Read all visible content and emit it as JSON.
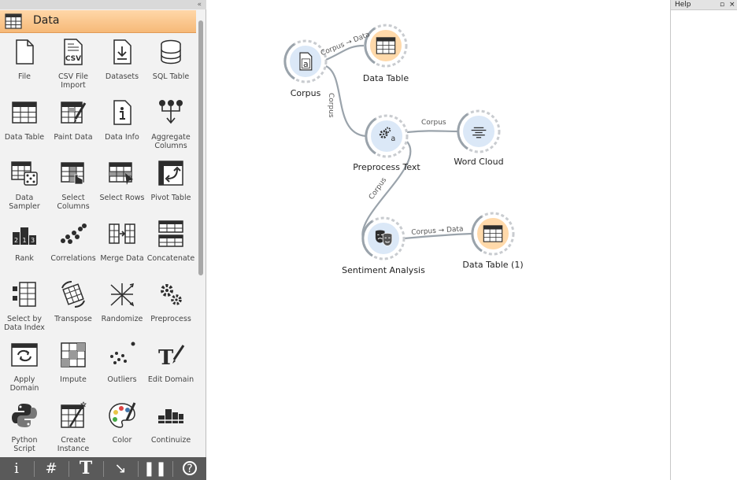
{
  "toolbox": {
    "category": "Data",
    "collapse_glyph": "«",
    "widgets": [
      {
        "label": "File",
        "icon": "file-icon"
      },
      {
        "label": "CSV File\nImport",
        "icon": "csv-file-icon"
      },
      {
        "label": "Datasets",
        "icon": "datasets-icon"
      },
      {
        "label": "SQL Table",
        "icon": "sql-table-icon"
      },
      {
        "label": "Data Table",
        "icon": "data-table-icon"
      },
      {
        "label": "Paint Data",
        "icon": "paint-data-icon"
      },
      {
        "label": "Data Info",
        "icon": "data-info-icon"
      },
      {
        "label": "Aggregate\nColumns",
        "icon": "aggregate-columns-icon"
      },
      {
        "label": "Data\nSampler",
        "icon": "data-sampler-icon"
      },
      {
        "label": "Select\nColumns",
        "icon": "select-columns-icon"
      },
      {
        "label": "Select Rows",
        "icon": "select-rows-icon"
      },
      {
        "label": "Pivot Table",
        "icon": "pivot-table-icon"
      },
      {
        "label": "Rank",
        "icon": "rank-icon"
      },
      {
        "label": "Correlations",
        "icon": "correlations-icon"
      },
      {
        "label": "Merge Data",
        "icon": "merge-data-icon"
      },
      {
        "label": "Concatenate",
        "icon": "concatenate-icon"
      },
      {
        "label": "Select by\nData Index",
        "icon": "select-by-data-index-icon"
      },
      {
        "label": "Transpose",
        "icon": "transpose-icon"
      },
      {
        "label": "Randomize",
        "icon": "randomize-icon"
      },
      {
        "label": "Preprocess",
        "icon": "preprocess-icon"
      },
      {
        "label": "Apply\nDomain",
        "icon": "apply-domain-icon"
      },
      {
        "label": "Impute",
        "icon": "impute-icon"
      },
      {
        "label": "Outliers",
        "icon": "outliers-icon"
      },
      {
        "label": "Edit Domain",
        "icon": "edit-domain-icon"
      },
      {
        "label": "Python\nScript",
        "icon": "python-script-icon"
      },
      {
        "label": "Create\nInstance",
        "icon": "create-instance-icon"
      },
      {
        "label": "Color",
        "icon": "color-icon"
      },
      {
        "label": "Continuize",
        "icon": "continuize-icon"
      }
    ],
    "bottom_bar": [
      {
        "glyph": "i",
        "icon": "info-icon"
      },
      {
        "glyph": "#",
        "icon": "grid-icon"
      },
      {
        "glyph": "T",
        "icon": "text-annotation-icon"
      },
      {
        "glyph": "↘",
        "icon": "arrow-annotation-icon"
      },
      {
        "glyph": "❚❚",
        "icon": "pause-icon"
      },
      {
        "glyph": "?",
        "icon": "help-icon"
      }
    ]
  },
  "canvas": {
    "nodes": [
      {
        "id": "corpus",
        "label": "Corpus",
        "icon": "corpus-icon",
        "color": "#dbe8f7"
      },
      {
        "id": "data-table",
        "label": "Data Table",
        "icon": "data-table-icon",
        "color": "#ffd9aa"
      },
      {
        "id": "preprocess-text",
        "label": "Preprocess Text",
        "icon": "preprocess-text-icon",
        "color": "#dbe8f7"
      },
      {
        "id": "word-cloud",
        "label": "Word Cloud",
        "icon": "word-cloud-icon",
        "color": "#dbe8f7"
      },
      {
        "id": "sentiment-analysis",
        "label": "Sentiment Analysis",
        "icon": "sentiment-analysis-icon",
        "color": "#dbe8f7"
      },
      {
        "id": "data-table-1",
        "label": "Data Table (1)",
        "icon": "data-table-icon",
        "color": "#ffd9aa"
      }
    ],
    "links": [
      {
        "label": "Corpus → Data"
      },
      {
        "label": "Corpus"
      },
      {
        "label": "Corpus"
      },
      {
        "label": "Corpus"
      },
      {
        "label": "Corpus → Data"
      }
    ]
  },
  "help": {
    "title": "Help",
    "float_glyph": "▫",
    "close_glyph": "×"
  },
  "colors": {
    "accent": "#f6b978",
    "blue_node": "#dbe8f7",
    "orange_node": "#ffd9aa",
    "link": "#9aa3ab"
  }
}
